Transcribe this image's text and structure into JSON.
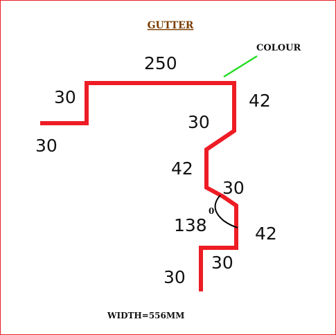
{
  "title": "GUTTER",
  "colour_label": "COLOUR",
  "width_label": "WIDTH=556MM",
  "angle_label": "0",
  "dimensions": {
    "top": "250",
    "left_riser": "30",
    "left_lip": "30",
    "right_drop": "42",
    "slope_top": "30",
    "middle_drop": "42",
    "slope_bottom": "30",
    "angle": "138",
    "lower_drop": "42",
    "lower_step": "30",
    "bottom_tail": "30"
  },
  "colors": {
    "border": "#ee1c24",
    "profile": "#ee1c24",
    "colour_marker": "#22dd22",
    "title": "#7a3d00",
    "text": "#111111"
  }
}
